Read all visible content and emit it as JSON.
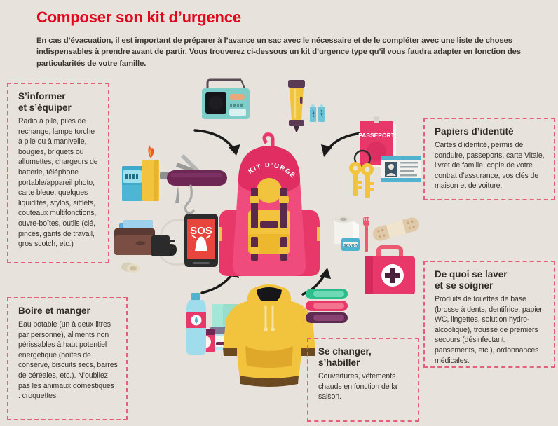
{
  "header": {
    "title": "Composer son kit d’urgence",
    "intro": "En cas d’évacuation, il est important de préparer à l’avance un sac avec le nécessaire et de le compléter avec une liste de choses indispensables à prendre avant de partir. Vous trouverez ci-dessous un kit d’urgence type qu’il vous faudra adapter en fonction des particularités de votre famille."
  },
  "callouts": {
    "informer": {
      "title": "S’informer\net s’équiper",
      "body": "Radio à pile, piles de rechange, lampe torche à pile ou à manivelle, bougies, briquets ou allumettes, chargeurs de batterie, téléphone portable/appareil photo, carte bleue, quelques liquidités, stylos, sifflets, couteaux multifonctions, ouvre-boîtes, outils (clé, pinces, gants de travail, gros scotch, etc.)"
    },
    "papiers": {
      "title": "Papiers d’identité",
      "body": "Cartes d’identité, permis de conduire, passeports, carte Vitale, livret de famille, copie de votre contrat d’assurance, vos clés de maison et de voiture."
    },
    "laver": {
      "title": "De quoi se laver\net se soigner",
      "body": "Produits de toilettes de base (brosse à dents, dentifrice, papier WC, lingettes, solution hydro-alcoolique), trousse de premiers secours (désinfectant, pansements, etc.), ordonnances médicales."
    },
    "boire": {
      "title": "Boire et manger",
      "body": "Eau potable (un à deux litres par personne), aliments non périssables à haut potentiel énergétique (boîtes de conserve, biscuits secs, barres de céréales, etc.). N’oubliez pas les animaux domestiques : croquettes."
    },
    "changer": {
      "title": "Se changer,\ns’habiller",
      "body": "Couvertures, vêtements chauds en fonction de la saison."
    }
  },
  "illustration": {
    "backpack_label": "KIT D’URGENCE",
    "phone_label": "SOS",
    "passport_label": "PASSEPORT",
    "soap_label": "savon",
    "items": [
      "radio-icon",
      "flashlight-icon",
      "batteries-icon",
      "matches-icon",
      "candle-icon",
      "swiss-knife-icon",
      "whistle-icon",
      "wallet-icon",
      "coins-icon",
      "charger-icon",
      "smartphone-sos-icon",
      "passport-icon",
      "keys-icon",
      "id-card-icon",
      "toilet-paper-icon",
      "toothbrush-icon",
      "soap-icon",
      "bandage-icon",
      "first-aid-kit-icon",
      "water-bottle-icon",
      "canned-food-icon",
      "hoodie-icon",
      "folded-blankets-icon",
      "backpack-icon"
    ]
  },
  "colors": {
    "background": "#e7e3dc",
    "title_red": "#e2051b",
    "dashed_border": "#e2607a",
    "backpack_pink": "#e8386a",
    "backpack_yellow": "#f2c33c",
    "text_dark": "#3a3530"
  }
}
